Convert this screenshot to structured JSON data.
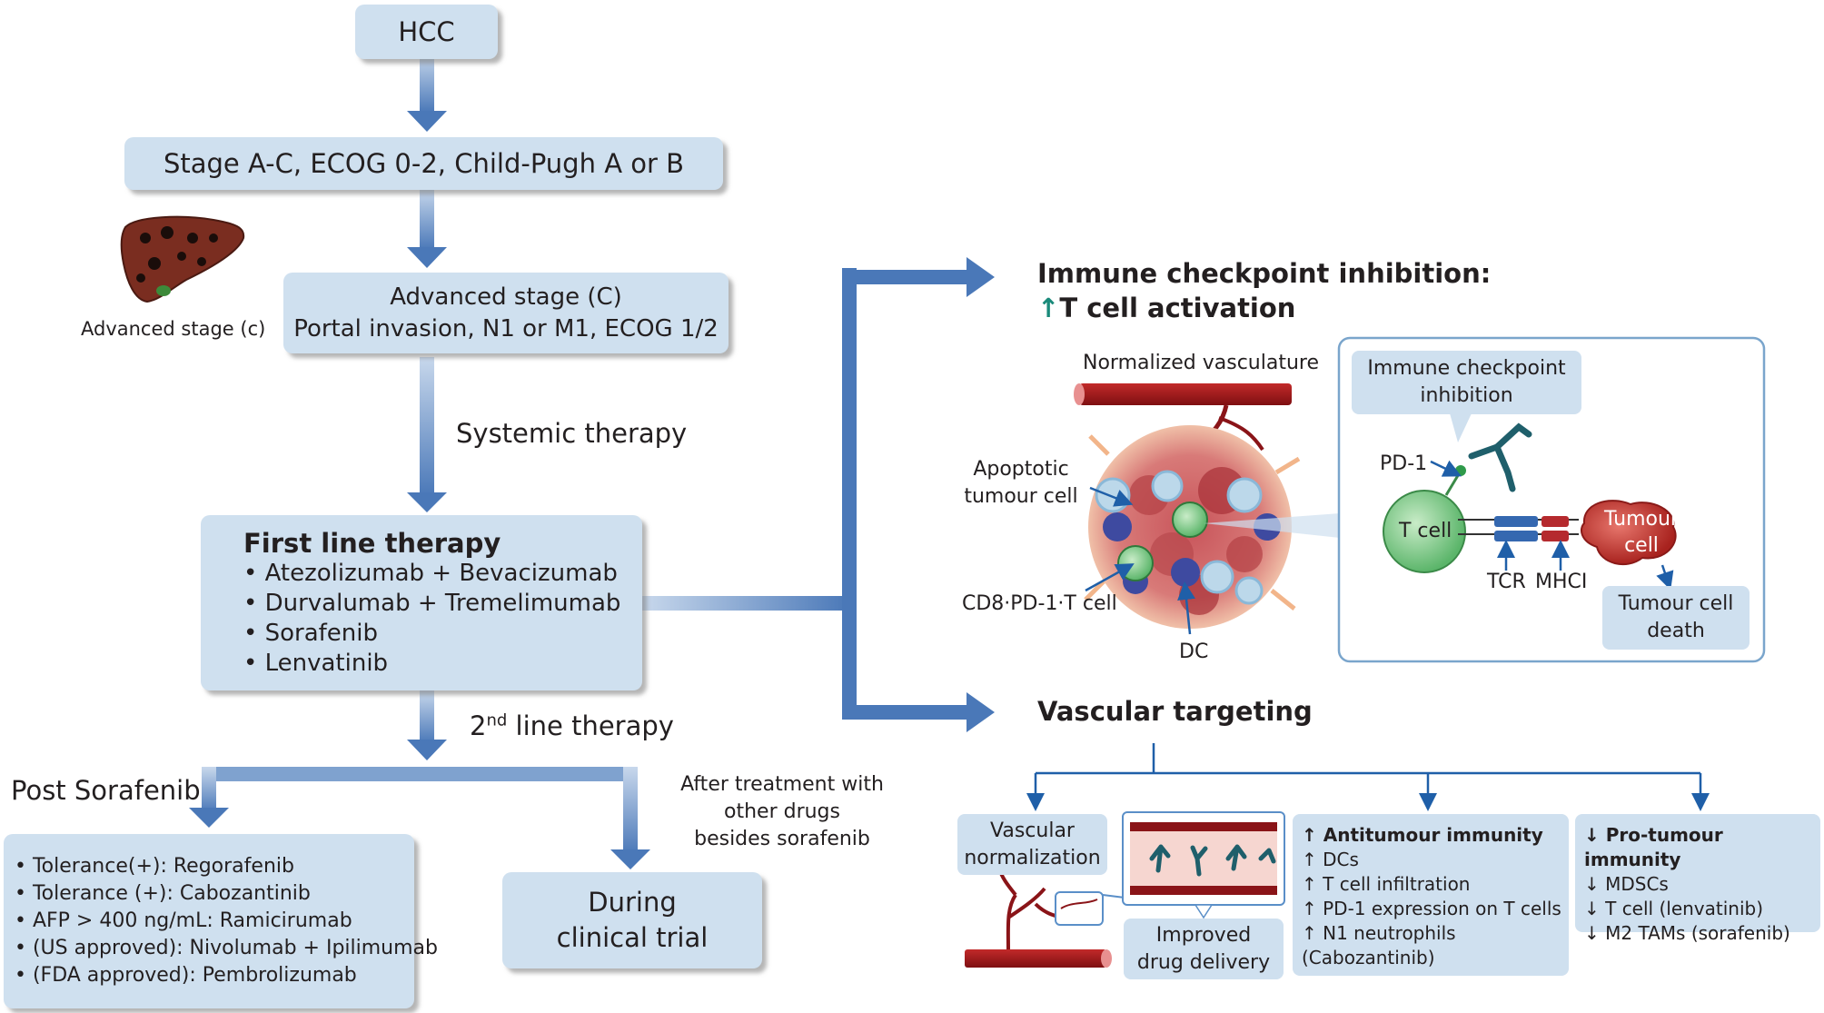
{
  "flow": {
    "hcc": "HCC",
    "stage": "Stage A-C, ECOG 0-2, Child-Pugh A or B",
    "advanced_line1": "Advanced stage (C)",
    "advanced_line2": "Portal invasion, N1 or M1, ECOG 1/2",
    "liver_label": "Advanced stage (c)",
    "systemic": "Systemic therapy",
    "first_line_title": "First line therapy",
    "first_line_items": [
      "• Atezolizumab + Bevacizumab",
      "• Durvalumab + Tremelimumab",
      "• Sorafenib",
      "• Lenvatinib"
    ],
    "second_line_prefix": "2",
    "second_line_sup": "nd",
    "second_line_rest": " line therapy",
    "post_sorafenib": "Post Sorafenib",
    "post_items": [
      "• Tolerance(+): Regorafenib",
      "• Tolerance (+): Cabozantinib",
      "• AFP > 400 ng/mL: Ramicirumab",
      "• (US approved): Nivolumab + Ipilimumab",
      "• (FDA approved): Pembrolizumab"
    ],
    "after_treatment": [
      "After treatment with",
      "other drugs",
      "besides sorafenib"
    ],
    "clinical_trial": [
      "During",
      "clinical trial"
    ]
  },
  "immune": {
    "title_line1": "Immune checkpoint inhibition:",
    "title_arrow": "↑",
    "title_line2": "T cell activation",
    "normalized_vasculature": "Normalized vasculature",
    "apoptotic": [
      "Apoptotic",
      "tumour cell"
    ],
    "cd8": "CD8·PD-1·T cell",
    "dc": "DC",
    "ici_label": [
      "Immune checkpoint",
      "inhibition"
    ],
    "pd1": "PD-1",
    "tcell": "T cell",
    "tumour_cell": [
      "Tumour",
      "cell"
    ],
    "tcr": "TCR",
    "mhci": "MHCI",
    "tumour_death": [
      "Tumour cell",
      "death"
    ]
  },
  "vascular": {
    "title": "Vascular targeting",
    "normalization": [
      "Vascular",
      "normalization"
    ],
    "improved_delivery": [
      "Improved",
      "drug delivery"
    ],
    "antitumour_title": "↑ Antitumour immunity",
    "antitumour_items": [
      "↑ DCs",
      "↑ T cell infiltration",
      "↑ PD-1 expression on T cells",
      "↑ N1 neutrophils",
      "(Cabozantinib)"
    ],
    "protumour_title": "↓ Pro-tumour immunity",
    "protumour_items": [
      "↓ MDSCs",
      "↓ T cell (lenvatinib)",
      "↓ M2 TAMs (sorafenib)"
    ]
  },
  "colors": {
    "box_fill": "#cfe0ef",
    "arrow_blue": "#4a78b8",
    "vessel_red": "#a3161c",
    "teal_arrow": "#1a8a7a",
    "tcell_green": "#6cc27a",
    "tumour_red": "#c0392b",
    "antibody_teal": "#1f5f6b"
  }
}
